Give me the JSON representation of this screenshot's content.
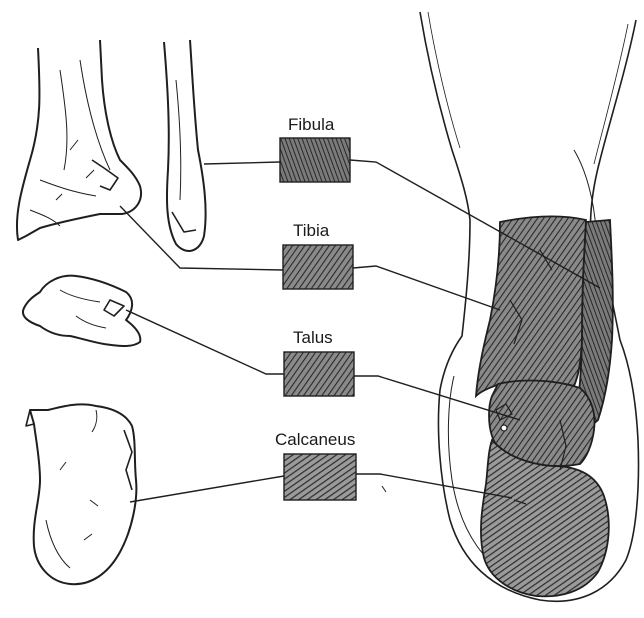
{
  "labels": {
    "fibula": "Fibula",
    "tibia": "Tibia",
    "talus": "Talus",
    "calcaneus": "Calcaneus"
  },
  "colors": {
    "ink": "#1f1f1f",
    "paper": "#ffffff",
    "hatch_fill": "#6e6e6e"
  }
}
